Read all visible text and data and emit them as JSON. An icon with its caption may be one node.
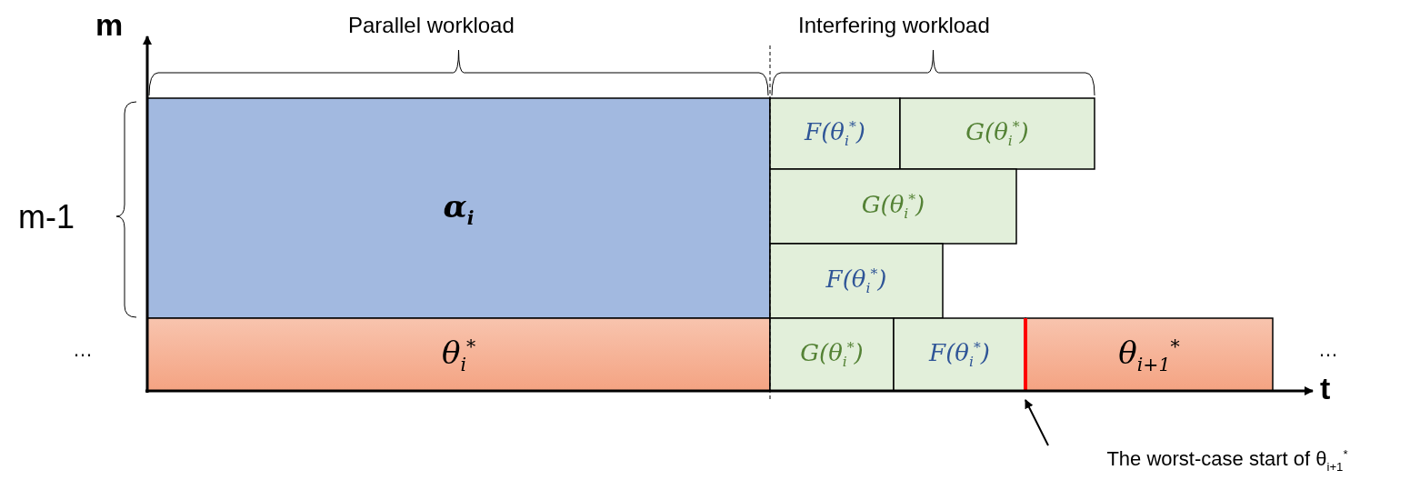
{
  "diagram": {
    "nodes": [
      {
        "text": [
          "α$_{i}$"
        ]
      },
      {
        "text": [
          "θ$_{i}$$^{*}$"
        ]
      },
      {
        "text": [
          "F(θ$_{i}$$^{*}$)"
        ]
      },
      {
        "text": [
          "G(θ$_{i}$$^{*}$)"
        ]
      },
      {
        "text": [
          "G(θ$_{i}$$^{*}$)"
        ]
      },
      {
        "text": [
          "F(θ$_{i}$$^{*}$)"
        ]
      },
      {
        "text": [
          "G(θ$_{i}$$^{*}$)"
        ]
      },
      {
        "text": [
          "F(θ$_{i}$$^{*}$)"
        ]
      },
      {
        "text": [
          "θ$_{i+1}$$^{*}$"
        ]
      },
      {
        "text": [
          "The worst-case start of θ$_{i+1}$$^{*}$"
        ]
      },
      {
        "text": [],
        "shape": "bar"
      }
    ],
    "edges": [
      {
        "from": 9,
        "to": 10,
        "arrow": "to"
      }
    ],
    "labels": [
      "m",
      "Parallel workload",
      "Interfering workload",
      "m-1",
      "…",
      "…",
      "t"
    ]
  }
}
